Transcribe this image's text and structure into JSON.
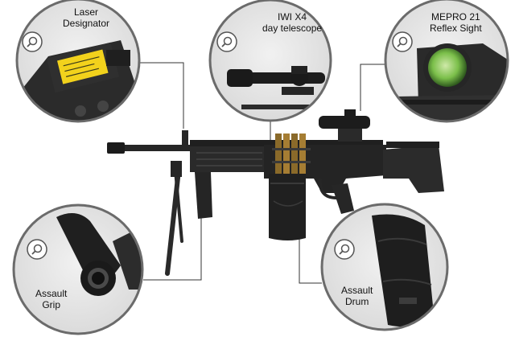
{
  "callouts": {
    "laser": {
      "line1": "Laser",
      "line2": "Designator"
    },
    "telescope": {
      "line1": "IWI X4",
      "line2": "day telescope"
    },
    "reflex": {
      "line1": "MEPRO 21",
      "line2": "Reflex Sight"
    },
    "grip": {
      "line1": "Assault",
      "line2": "Grip"
    },
    "drum": {
      "line1": "Assault",
      "line2": "Drum"
    }
  },
  "icons": [
    "magnifier-icon"
  ],
  "colors": {
    "circle_border": "#6b6b6b",
    "circle_fill": "#e7e7e7",
    "leader_line": "#333333",
    "weapon": "#222222",
    "laser_label_yellow": "#f2d21c",
    "reflex_lens_green": "#7bbf4a"
  }
}
